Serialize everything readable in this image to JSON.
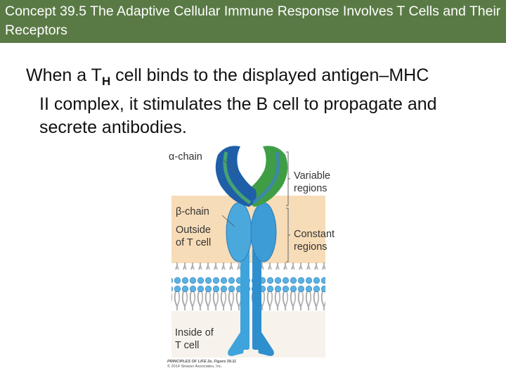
{
  "header": {
    "title": "Concept 39.5 The Adaptive Cellular Immune Response Involves T Cells and Their Receptors"
  },
  "body": {
    "line1_pre": "When a T",
    "line1_sub": "H",
    "line1_post": " cell binds to the displayed antigen–MHC",
    "line2": "II complex, it stimulates the B cell to propagate and",
    "line3": "secrete antibodies."
  },
  "figure": {
    "labels": {
      "alpha_chain": "α-chain",
      "beta_chain": "β-chain",
      "outside_cell_1": "Outside",
      "outside_cell_2": "of T cell",
      "inside_cell_1": "Inside of",
      "inside_cell_2": "T cell",
      "variable_1": "Variable",
      "variable_2": "regions",
      "constant_1": "Constant",
      "constant_2": "regions"
    },
    "credit_1": "PRINCIPLES OF LIFE 2e, Figure 39.11",
    "credit_2": "© 2014 Sinauer Associates, Inc."
  },
  "colors": {
    "title_bar": "#5a7a45",
    "alpha_chain": "#3f9e45",
    "beta_chain": "#1f5fa8",
    "constant_region": "#4aa8dc",
    "extracellular_bg": "#f7dcb8"
  }
}
